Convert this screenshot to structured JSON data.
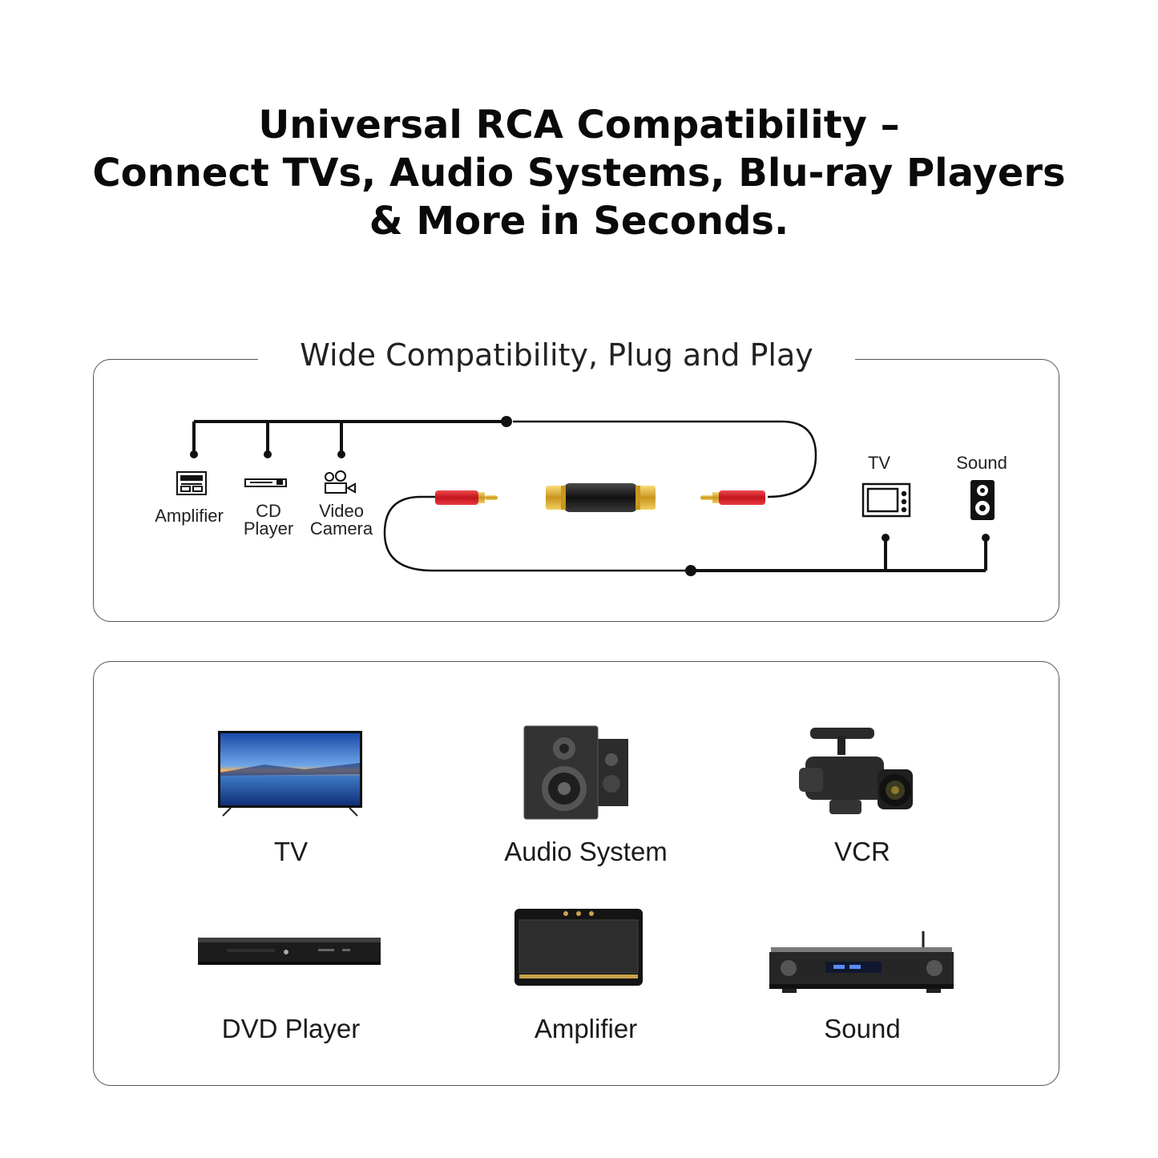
{
  "headline": {
    "line1": "Universal RCA Compatibility –",
    "line2": "Connect TVs, Audio Systems, Blu-ray Players",
    "line3": "& More in Seconds."
  },
  "diagram": {
    "title": "Wide Compatibility, Plug and Play",
    "sources": [
      {
        "label_lines": [
          "Amplifier"
        ],
        "icon": "amplifier-icon"
      },
      {
        "label_lines": [
          "CD",
          "Player"
        ],
        "icon": "cd-player-icon"
      },
      {
        "label_lines": [
          "Video",
          "Camera"
        ],
        "icon": "video-camera-icon"
      }
    ],
    "outputs": [
      {
        "label": "TV",
        "icon": "tv-icon"
      },
      {
        "label": "Sound",
        "icon": "speaker-icon"
      }
    ],
    "colors": {
      "plug_red": "#d0202a",
      "gold": "#d4a92a",
      "line": "#111111"
    }
  },
  "devices": [
    {
      "label": "TV",
      "icon": "tv-picture"
    },
    {
      "label": "Audio System",
      "icon": "bookshelf-speakers-picture"
    },
    {
      "label": "VCR",
      "icon": "camcorder-picture"
    },
    {
      "label": "DVD Player",
      "icon": "dvd-player-picture"
    },
    {
      "label": "Amplifier",
      "icon": "bluetooth-speaker-picture"
    },
    {
      "label": "Sound",
      "icon": "av-receiver-picture"
    }
  ]
}
